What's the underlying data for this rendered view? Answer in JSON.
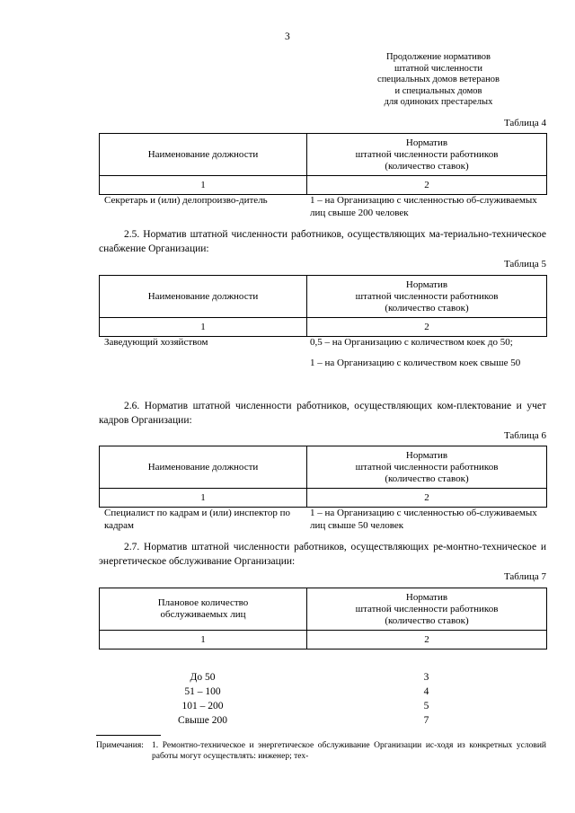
{
  "page": {
    "number": "3"
  },
  "heading": {
    "lines": [
      "Продолжение нормативов",
      "штатной численности",
      "специальных домов ветеранов",
      "и специальных домов",
      "для одиноких престарелых"
    ]
  },
  "table4": {
    "caption": "Таблица 4",
    "header": {
      "col1": "Наименование должности",
      "col2_line1": "Норматив",
      "col2_line2": "штатной численности работников",
      "col2_line3": "(количество ставок)"
    },
    "numbers": {
      "col1": "1",
      "col2": "2"
    },
    "rows": [
      {
        "left": "Секретарь и (или) делопроизво-дитель",
        "right": "1 – на Организацию с численностью об-служиваемых лиц свыше 200 человек"
      }
    ]
  },
  "para25": "2.5. Норматив штатной численности работников, осуществляющих ма-териально-техническое снабжение Организации:",
  "table5": {
    "caption": "Таблица 5",
    "header": {
      "col1": "Наименование должности",
      "col2_line1": "Норматив",
      "col2_line2": "штатной численности работников",
      "col2_line3": "(количество ставок)"
    },
    "numbers": {
      "col1": "1",
      "col2": "2"
    },
    "rows": [
      {
        "left": "Заведующий хозяйством",
        "right_1": "0,5 – на Организацию с количеством коек до 50;",
        "right_2": "1 – на Организацию с количеством коек свыше 50"
      }
    ]
  },
  "para26": "2.6. Норматив штатной численности работников, осуществляющих ком-плектование и учет кадров Организации:",
  "table6": {
    "caption": "Таблица 6",
    "header": {
      "col1": "Наименование должности",
      "col2_line1": "Норматив",
      "col2_line2": "штатной численности работников",
      "col2_line3": "(количество ставок)"
    },
    "numbers": {
      "col1": "1",
      "col2": "2"
    },
    "rows": [
      {
        "left": "Специалист по кадрам и (или) инспектор по кадрам",
        "right": "1 – на Организацию с численностью об-служиваемых лиц свыше 50 человек"
      }
    ]
  },
  "para27": "2.7. Норматив штатной численности работников, осуществляющих ре-монтно-техническое и энергетическое обслуживание Организации:",
  "table7": {
    "caption": "Таблица 7",
    "header": {
      "col1_line1": "Плановое количество",
      "col1_line2": "обслуживаемых лиц",
      "col2_line1": "Норматив",
      "col2_line2": "штатной численности работников",
      "col2_line3": "(количество ставок)"
    },
    "numbers": {
      "col1": "1",
      "col2": "2"
    },
    "rows": [
      {
        "left": "До 50",
        "right": "3"
      },
      {
        "left": "51 – 100",
        "right": "4"
      },
      {
        "left": "101 – 200",
        "right": "5"
      },
      {
        "left": "Свыше 200",
        "right": "7"
      }
    ]
  },
  "footnote": {
    "label": "Примечания:",
    "text": "1. Ремонтно-техническое и энергетическое обслуживание Организации ис-ходя из конкретных условий работы могут осуществлять: инженер; тех-"
  }
}
